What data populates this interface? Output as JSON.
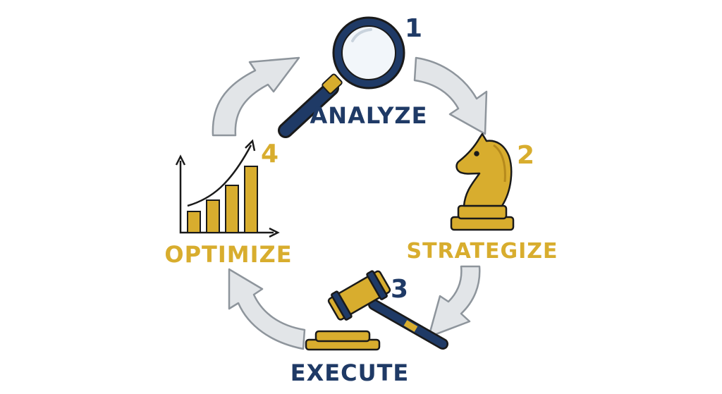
{
  "colors": {
    "navy": "#1f3a66",
    "gold": "#d8ad2e",
    "gold_dark": "#b68a1c",
    "arrow_fill": "#e2e5e8",
    "arrow_stroke": "#9aa1a8",
    "ink": "#1a1a1a"
  },
  "steps": [
    {
      "number": "1",
      "label": "ANALYZE",
      "icon": "magnifying-glass-icon"
    },
    {
      "number": "2",
      "label": "STRATEGIZE",
      "icon": "chess-knight-icon"
    },
    {
      "number": "3",
      "label": "EXECUTE",
      "icon": "gavel-icon"
    },
    {
      "number": "4",
      "label": "OPTIMIZE",
      "icon": "growth-chart-icon"
    }
  ]
}
